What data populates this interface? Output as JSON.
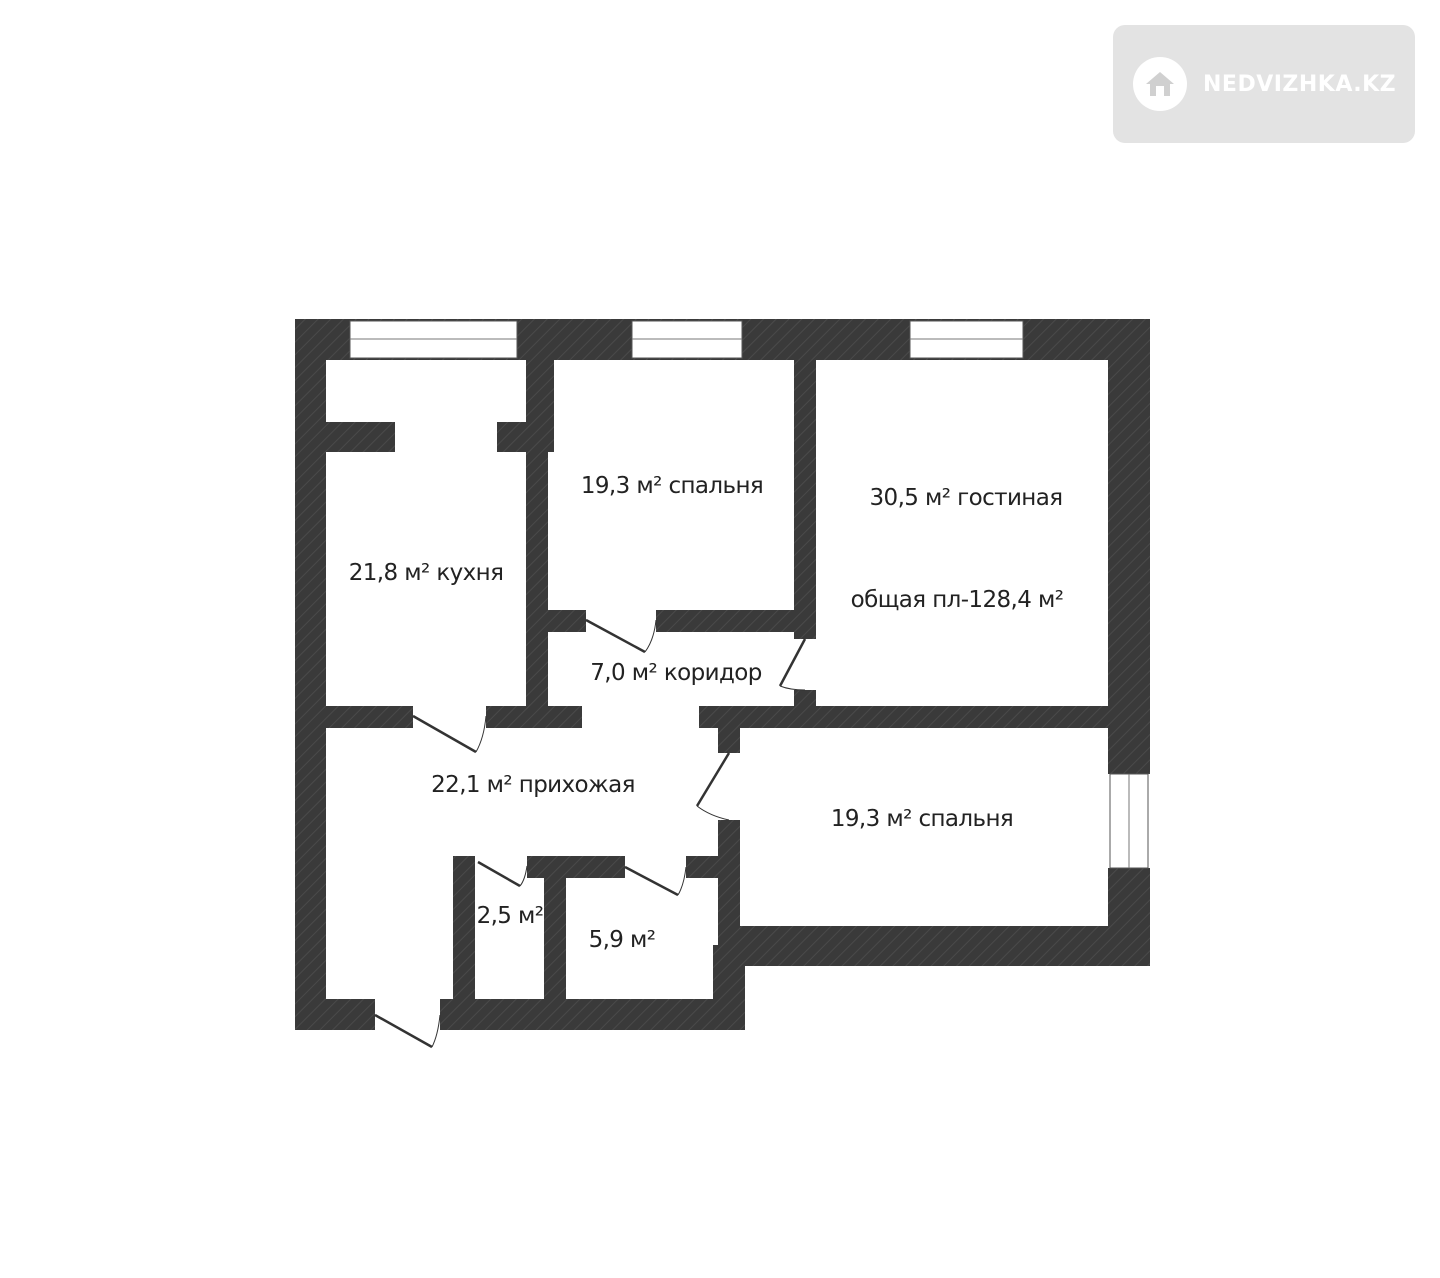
{
  "watermark": {
    "text": "NEDVIZHKA.KZ",
    "icon": "house-icon"
  },
  "colors": {
    "wall": "#3a3a3a",
    "window": "#ffffff",
    "door_line": "#333333",
    "text": "#222222"
  },
  "rooms": {
    "kitchen": {
      "area": "21,8 м²",
      "name": "кухня"
    },
    "bedroom_top": {
      "area": "19,3 м²",
      "name": "спальня"
    },
    "living": {
      "area": "30,5 м²",
      "name": "гостиная"
    },
    "corridor": {
      "area": "7,0 м²",
      "name": "коридор"
    },
    "hall": {
      "area": "22,1 м²",
      "name": "прихожая"
    },
    "bedroom_bottom": {
      "area": "19,3 м²",
      "name": "спальня"
    },
    "small_1": {
      "area": "2,5 м²"
    },
    "small_2": {
      "area": "5,9 м²"
    }
  },
  "total_area": "общая пл-128,4 м²"
}
